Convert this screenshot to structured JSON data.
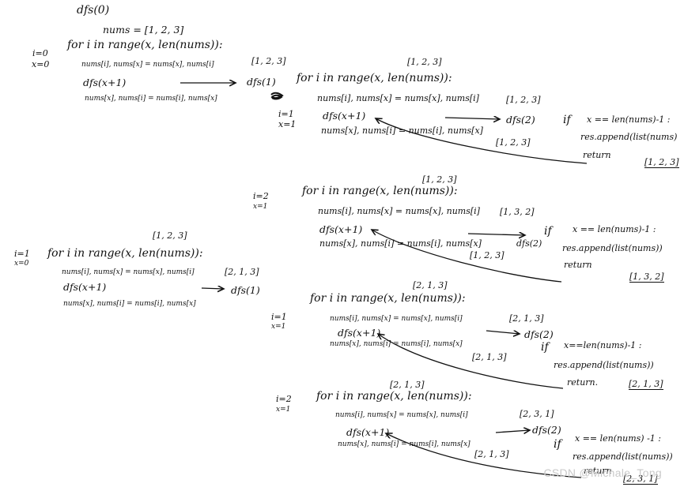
{
  "root": {
    "call": "dfs(0)",
    "nums": "nums = [1, 2, 3]",
    "vars": [
      "i=0",
      "x=0"
    ],
    "loop": "for  i  in  range(x, len(nums)):",
    "swap1": "nums[i], nums[x] = nums[x], nums[i]",
    "recurse": "dfs(x+1)",
    "swap2": "nums[x], nums[i] = nums[i], nums[x]",
    "state": "[1, 2, 3]",
    "callee": "dfs(1)"
  },
  "b1": {
    "vars": [
      "i=1",
      "x=1"
    ],
    "state_top": "[1, 2, 3]",
    "loop": "for  i  in  range(x, len(nums)):",
    "swap1": "nums[i], nums[x] = nums[x], nums[i]",
    "state_after": "[1, 2, 3]",
    "recurse": "dfs(x+1)",
    "callee": "dfs(2)",
    "swap2": "nums[x], nums[i] = nums[i], nums[x]",
    "state_back": "[1, 2, 3]",
    "if": "if",
    "cond": "x == len(nums)-1 :",
    "append": "res.append(list(nums)",
    "ret": "return",
    "result": "[1, 2, 3]"
  },
  "b2": {
    "vars": [
      "i=2",
      "x=1"
    ],
    "state_top": "[1, 2, 3]",
    "loop": "for  i  in  range(x, len(nums)):",
    "swap1": "nums[i], nums[x] = nums[x], nums[i]",
    "state_after": "[1, 3, 2]",
    "recurse": "dfs(x+1)",
    "callee": "dfs(2)",
    "swap2": "nums[x], nums[i] = nums[i], nums[x]",
    "state_back": "[1, 2, 3]",
    "if": "if",
    "cond": "x == len(nums)-1 :",
    "append": "res.append(list(nums))",
    "ret": "return",
    "result": "[1, 3, 2]"
  },
  "left2": {
    "vars": [
      "i=1",
      "x=0"
    ],
    "state": "[1, 2, 3]",
    "loop": "for  i  in  range(x, len(nums)):",
    "swap1": "nums[i], nums[x] = nums[x], nums[i]",
    "state_after": "[2, 1, 3]",
    "recurse": "dfs(x+1)",
    "callee": "dfs(1)",
    "swap2": "nums[x], nums[i] = nums[i], nums[x]"
  },
  "b3": {
    "vars": [
      "i=1",
      "x=1"
    ],
    "state_top": "[2, 1, 3]",
    "loop": "for  i  in  range(x, len(nums)):",
    "swap1": "nums[i], nums[x] = nums[x], nums[i]",
    "state_after": "[2, 1, 3]",
    "recurse": "dfs(x+1)",
    "callee": "dfs(2)",
    "swap2": "nums[x], nums[i] = nums[i], nums[x]",
    "state_back": "[2, 1, 3]",
    "if": "if",
    "cond": "x==len(nums)-1 :",
    "append": "res.append(list(nums))",
    "ret": "return.",
    "result": "[2, 1, 3]"
  },
  "b4": {
    "vars": [
      "i=2",
      "x=1"
    ],
    "state_top": "[2, 1, 3]",
    "loop": "for  i  in  range(x, len(nums)):",
    "swap1": "nums[i], nums[x] = nums[x], nums[i]",
    "state_after": "[2, 3, 1]",
    "recurse": "dfs(x+1)",
    "callee": "dfs(2)",
    "swap2": "nums[x], nums[i] = nums[i], nums[x]",
    "state_back": "[2, 1, 3]",
    "if": "if",
    "cond": "x == len(nums) -1 :",
    "append": "res.append(list(nums))",
    "ret": "return",
    "result": "[2, 3, 1]"
  },
  "watermark": "CSDN @Michale_Tong"
}
